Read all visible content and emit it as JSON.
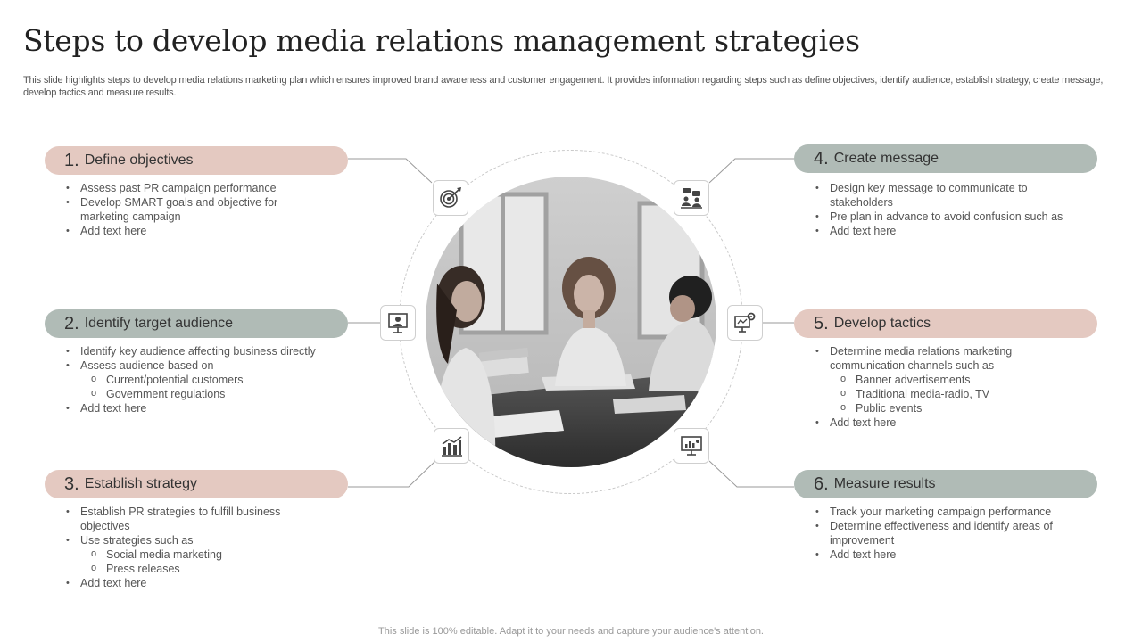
{
  "title": "Steps to develop media relations management strategies",
  "subtitle": "This slide highlights steps to develop media relations marketing plan which ensures improved brand awareness and customer engagement. It provides information regarding steps such as define objectives, identify audience, establish strategy, create message, develop tactics and measure results.",
  "steps": [
    {
      "number": "1.",
      "label": "Define objectives",
      "items": [
        "Assess past PR campaign performance",
        "Develop SMART goals and objective for marketing campaign",
        "Add text here"
      ],
      "icon": "target-icon"
    },
    {
      "number": "2.",
      "label": "Identify target audience",
      "items": [
        "Identify key audience affecting business directly",
        "Assess audience based on",
        "Add text here"
      ],
      "subitems": [
        "Current/potential customers",
        "Government regulations"
      ],
      "icon": "presentation-board-icon"
    },
    {
      "number": "3.",
      "label": "Establish strategy",
      "items": [
        "Establish PR strategies to fulfill business objectives",
        "Use strategies such as",
        "Add text here"
      ],
      "subitems": [
        "Social media marketing",
        "Press releases"
      ],
      "icon": "bar-chart-icon"
    },
    {
      "number": "4.",
      "label": "Create message",
      "items": [
        "Design key message to communicate to stakeholders",
        "Pre plan in advance to avoid confusion such as",
        "Add text here"
      ],
      "icon": "team-chat-icon"
    },
    {
      "number": "5.",
      "label": "Develop tactics",
      "items": [
        "Determine media relations marketing communication channels such as",
        "Add text here"
      ],
      "subitems": [
        "Banner advertisements",
        "Traditional media-radio, TV",
        "Public events"
      ],
      "icon": "monitor-gear-icon"
    },
    {
      "number": "6.",
      "label": "Measure results",
      "items": [
        "Track your marketing campaign performance",
        "Determine effectiveness and identify areas of improvement",
        "Add text here"
      ],
      "icon": "analytics-monitor-icon"
    }
  ],
  "center_image": "photo of people at a meeting table",
  "footer": "This slide is 100% editable. Adapt it to your needs and capture your audience's attention.",
  "colors": {
    "pink_pill": "#e4c9c1",
    "grey_pill": "#b0bbb6",
    "title_text": "#222222",
    "body_text": "#555555"
  }
}
